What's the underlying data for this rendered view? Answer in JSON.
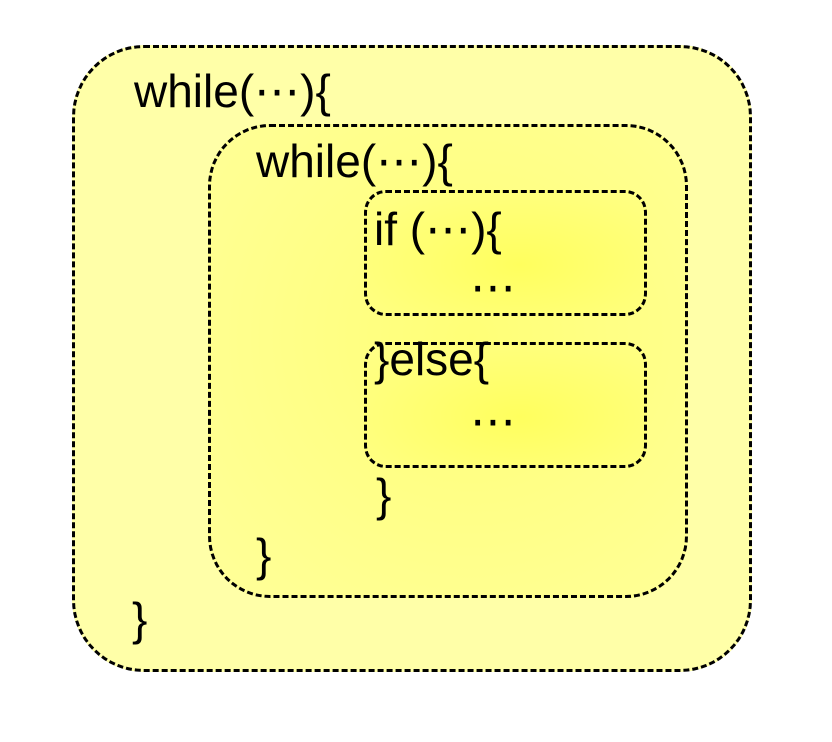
{
  "colors": {
    "outer_fill": "#ffffa8",
    "inner_fill_light": "#ffff99",
    "inner_fill_dark": "#ffff77",
    "branch_fill_light": "#ffff88",
    "branch_fill_dark": "#ffff5e",
    "border": "#000000"
  },
  "code": {
    "outer_while": "while(⋯){",
    "inner_while": "while(⋯){",
    "if_line": "if (⋯){",
    "if_body": "⋯",
    "else_line": "}else{",
    "else_body": "⋯",
    "if_close": "}",
    "inner_close": "}",
    "outer_close": "}"
  }
}
